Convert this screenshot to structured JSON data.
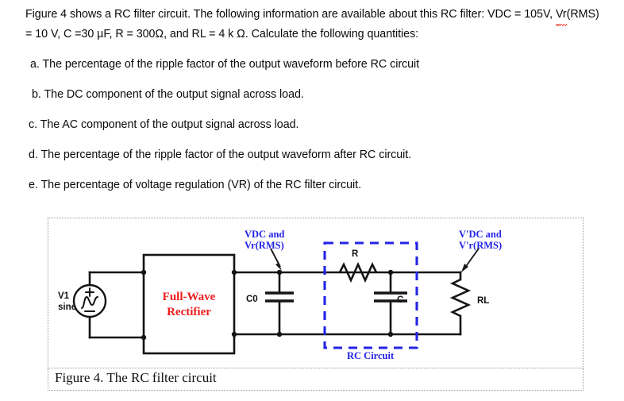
{
  "problem": {
    "intro_part1": "Figure 4 shows a RC filter circuit. The following information are available about this RC filter: VDC = 105V, ",
    "intro_misspelled": "Vr",
    "intro_part2": "(RMS) = 10 V, C =30 µF, R = 300Ω, and RL = 4 k Ω. Calculate the following quantities:",
    "questions": [
      "a. The percentage of the ripple factor of the output waveform before RC circuit",
      "b. The DC component of the output signal across load.",
      "c. The AC component of the output signal across load.",
      "d. The percentage of the ripple factor of the output waveform after RC circuit.",
      "e. The percentage of voltage regulation (VR) of the RC filter circuit."
    ]
  },
  "figure": {
    "caption": "Figure 4. The RC filter circuit",
    "labels": {
      "source_name": "V1",
      "source_type": "sine",
      "rectifier_line1": "Full-Wave",
      "rectifier_line2": "Rectifier",
      "cap_input": "C0",
      "annotation_left_line1": "VDC and",
      "annotation_left_line2": "Vr(RMS)",
      "resistor_series": "R",
      "cap_filter": "C",
      "dashed_box": "RC Circuit",
      "annotation_right_line1": "V'DC and",
      "annotation_right_line2": "V'r(RMS)",
      "load_resistor": "RL"
    },
    "colors": {
      "wire": "#141414",
      "annotation_blue": "#2323e6",
      "rectifier_red": "#ee1c1c",
      "frame_gray": "#9a9a9a"
    }
  }
}
